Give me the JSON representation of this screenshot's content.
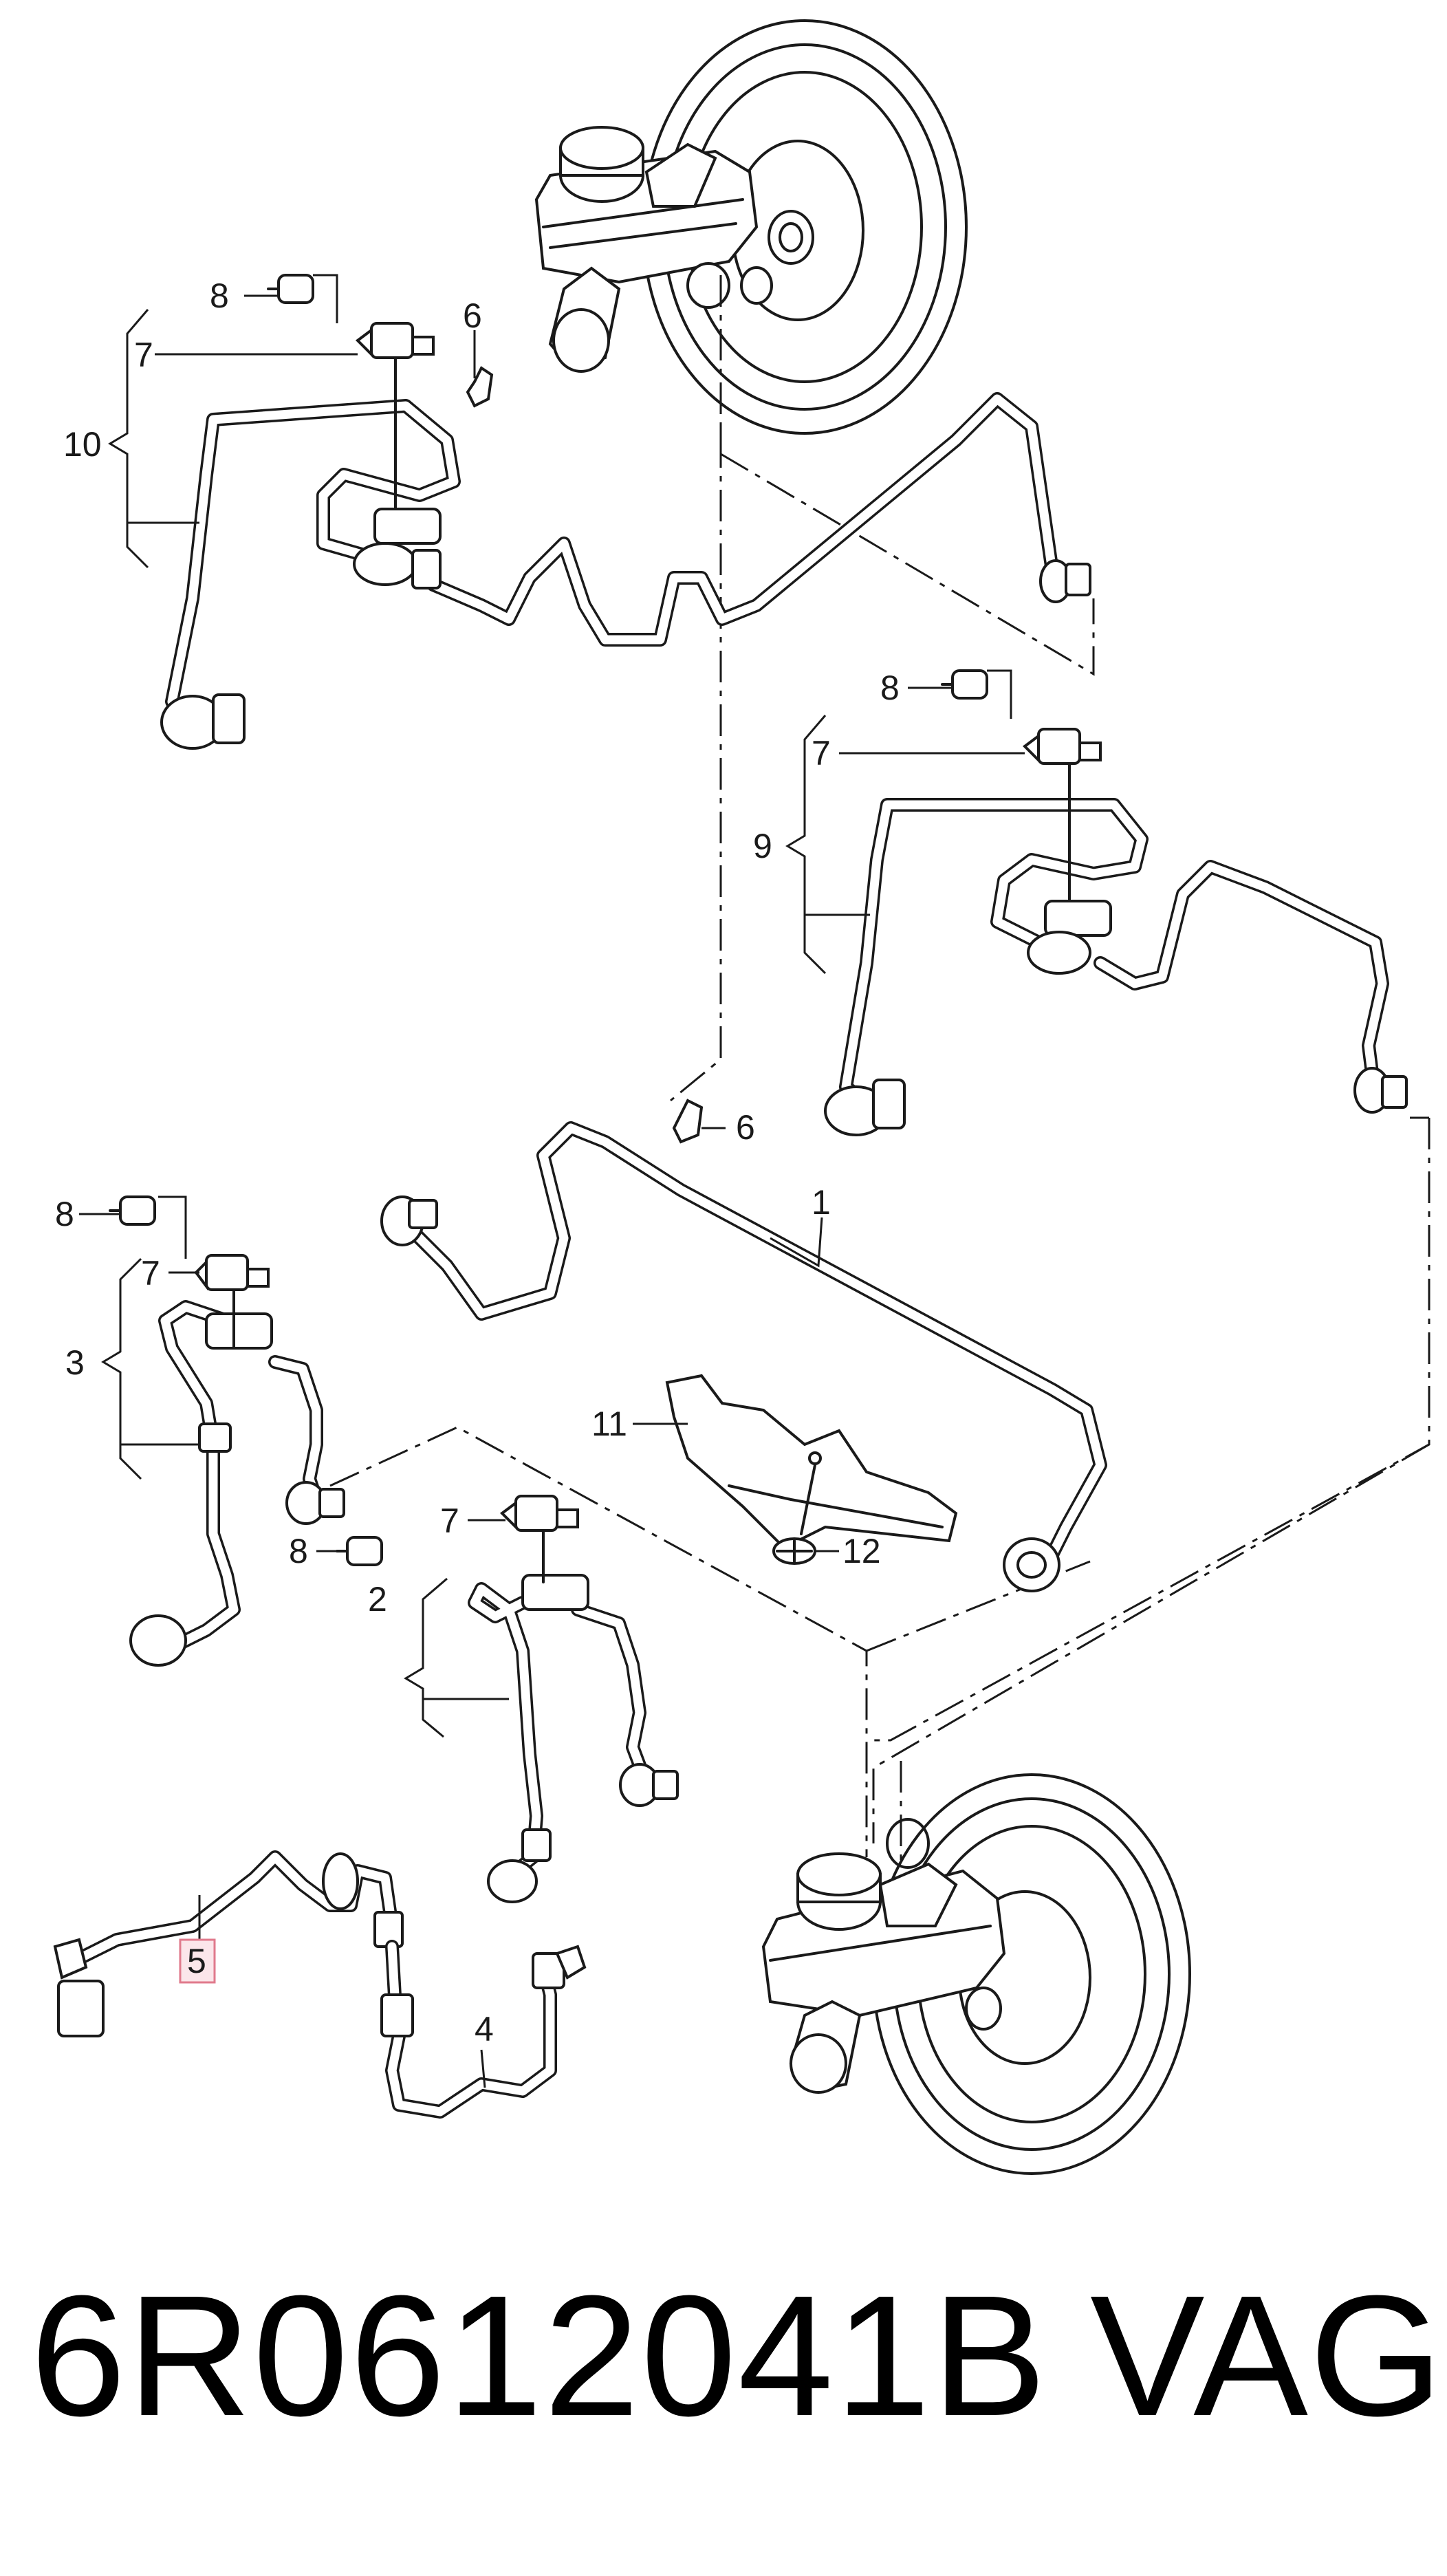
{
  "callouts": {
    "c1": "1",
    "c2": "2",
    "c3": "3",
    "c4": "4",
    "c5": "5",
    "c6a": "6",
    "c6b": "6",
    "c7a": "7",
    "c7b": "7",
    "c7c": "7",
    "c7d": "7",
    "c8a": "8",
    "c8b": "8",
    "c8c": "8",
    "c8d": "8",
    "c9": "9",
    "c10": "10",
    "c11": "11",
    "c12": "12"
  },
  "highlighted_callout": "5",
  "footer": {
    "part_number": "6R0612041B",
    "brand": "VAG"
  },
  "colors": {
    "line": "#1a1a1a",
    "highlight_fill": "#fbe6ea",
    "highlight_stroke": "#e07a8c"
  }
}
